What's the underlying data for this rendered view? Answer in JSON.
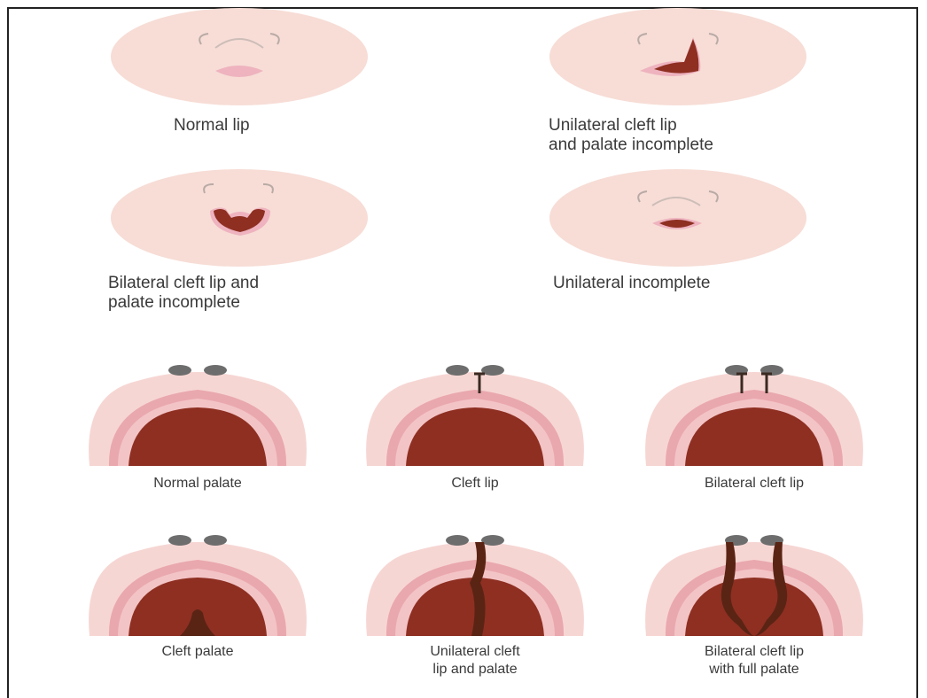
{
  "lips": [
    {
      "id": "normal",
      "caption": "Normal lip"
    },
    {
      "id": "unilateral-complete",
      "caption": "Unilateral cleft lip\nand palate incomplete"
    },
    {
      "id": "bilateral",
      "caption": "Bilateral cleft lip and\npalate incomplete"
    },
    {
      "id": "unilateral-incomplete",
      "caption": "Unilateral incomplete"
    }
  ],
  "palates": [
    {
      "id": "normal",
      "caption": "Normal palate"
    },
    {
      "id": "cleft-lip",
      "caption": "Cleft lip"
    },
    {
      "id": "bilateral-cleft-lip",
      "caption": "Bilateral cleft lip"
    },
    {
      "id": "cleft-palate",
      "caption": "Cleft palate"
    },
    {
      "id": "unilateral-cleft-lip-palate",
      "caption": "Unilateral cleft\nlip and palate"
    },
    {
      "id": "bilateral-full",
      "caption": "Bilateral cleft lip\nwith full palate"
    }
  ],
  "colors": {
    "skin": "#f7ddd6",
    "skin_edge": "#f2cfc6",
    "gum_outer": "#f6d6d3",
    "gum_mid": "#e9a8ae",
    "gum_inner": "#f3c4c6",
    "cavity": "#8e2f22",
    "cavity_dark": "#6a2016",
    "cleft": "#5a2414",
    "lip_pink": "#eeb3bf",
    "nostril": "#6d6d6d"
  }
}
